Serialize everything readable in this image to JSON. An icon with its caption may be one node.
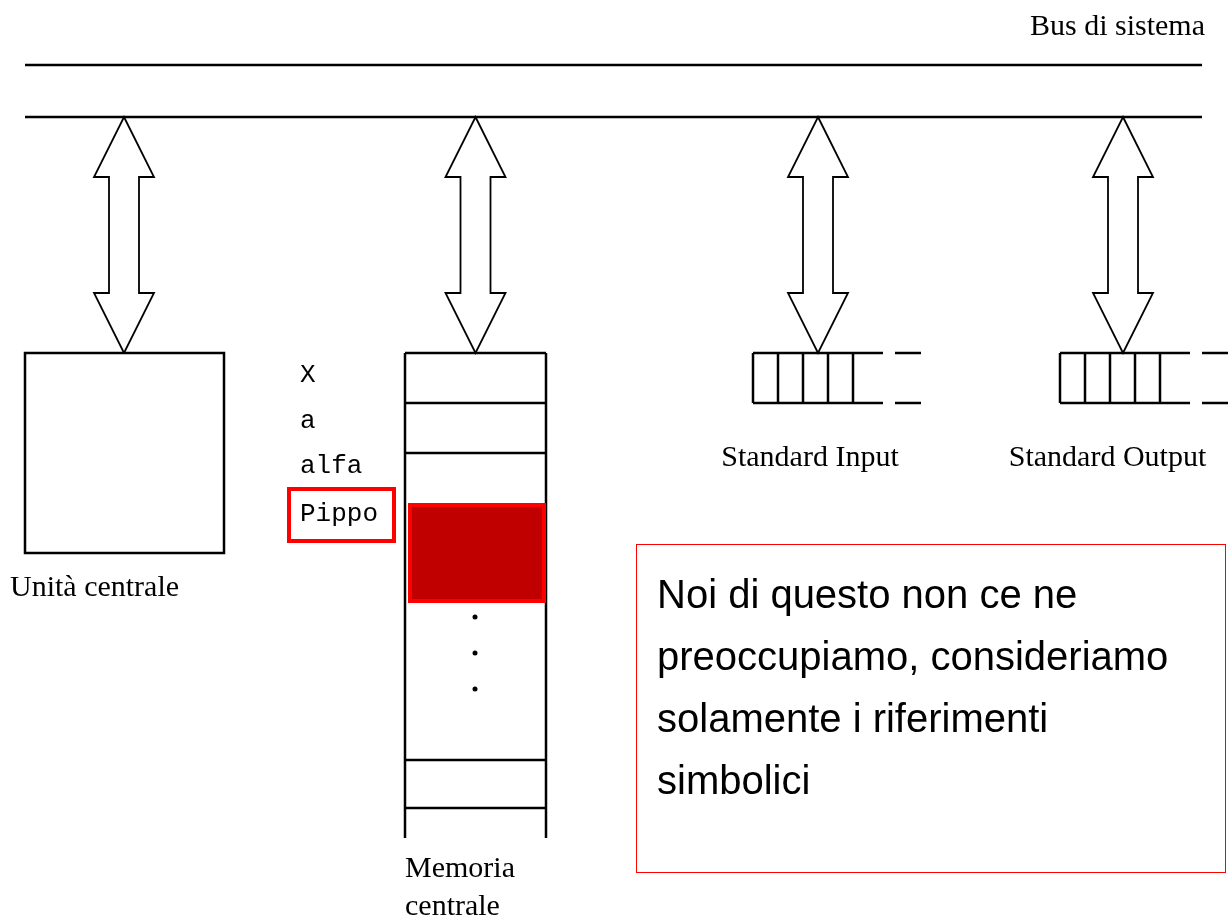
{
  "diagram": {
    "nodes": [
      {
        "text": [
          "Bus di sistema"
        ]
      },
      {
        "text": [
          "Unità centrale"
        ]
      },
      {
        "text": [
          "Memoria centrale"
        ]
      },
      {
        "text": [
          "Standard Input"
        ]
      },
      {
        "text": [
          "Standard Output"
        ]
      },
      {
        "text": [
          "Pippo"
        ]
      },
      {
        "text": [],
        "shape": "box",
        "in": 2
      },
      {
        "text": [
          "Noi di questo non ce ne preoccupiamo, consideriamo solamente i riferimenti simbolici"
        ]
      }
    ],
    "edges": [
      {
        "from": 0,
        "to": 1,
        "arrow": "both"
      },
      {
        "from": 0,
        "to": 2,
        "arrow": "both"
      },
      {
        "from": 0,
        "to": 3,
        "arrow": "both"
      },
      {
        "from": 0,
        "to": 4,
        "arrow": "both"
      }
    ],
    "labels": [
      "X",
      "a",
      "alfa"
    ]
  }
}
